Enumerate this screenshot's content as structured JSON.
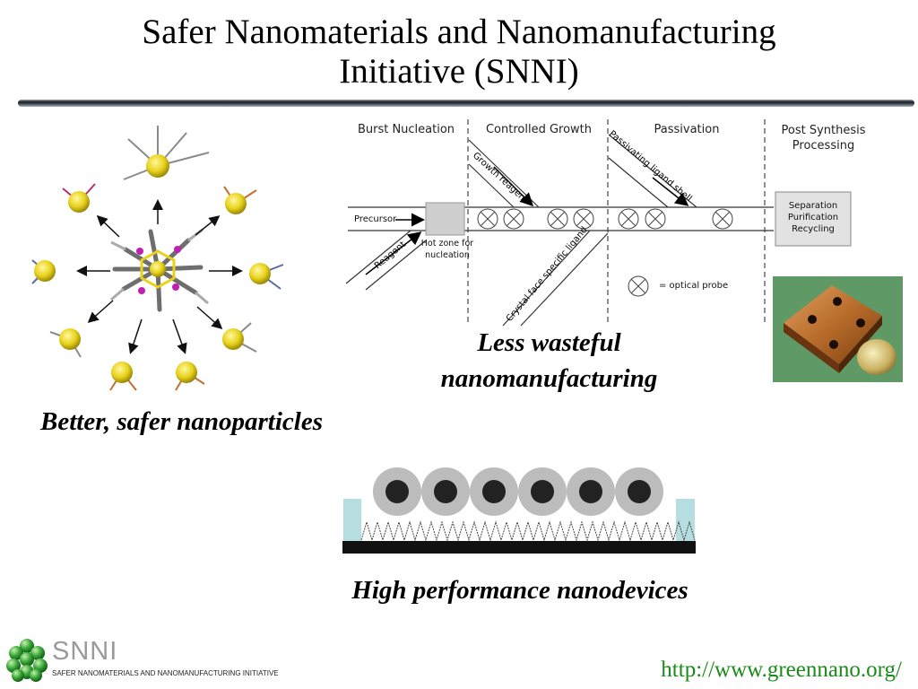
{
  "slide": {
    "title_line1": "Safer Nanomaterials and Nanomanufacturing",
    "title_line2": "Initiative (SNNI)",
    "caption_particles": "Better, safer nanoparticles",
    "caption_manufacturing_line1": "Less wasteful",
    "caption_manufacturing_line2": "nanomanufacturing",
    "caption_devices": "High performance nanodevices",
    "url": "http://www.greennano.org/"
  },
  "process_diagram": {
    "phases": [
      "Burst Nucleation",
      "Controlled Growth",
      "Passivation",
      "Post Synthesis Processing"
    ],
    "precursor": "Precursor",
    "reagent": "Reagent",
    "hot_zone": "Hot zone for nucleation",
    "growth_reagent": "Growth reagent",
    "passivating_ligand_shell": "Passivating ligand shell",
    "crystal_face_ligand": "Crystal face specific ligand",
    "post_box": [
      "Separation",
      "Purification",
      "Recycling"
    ],
    "optical_probe_legend": "= optical probe"
  },
  "logo": {
    "abbr": "SNNI",
    "full_name": "SAFER NANOMATERIALS AND NANOMANUFACTURING INITIATIVE"
  },
  "colors": {
    "url": "#1a8a1a",
    "logo_green": "#3aa83a",
    "gold": "#e8d21a",
    "device_well": "#b6dde0"
  }
}
